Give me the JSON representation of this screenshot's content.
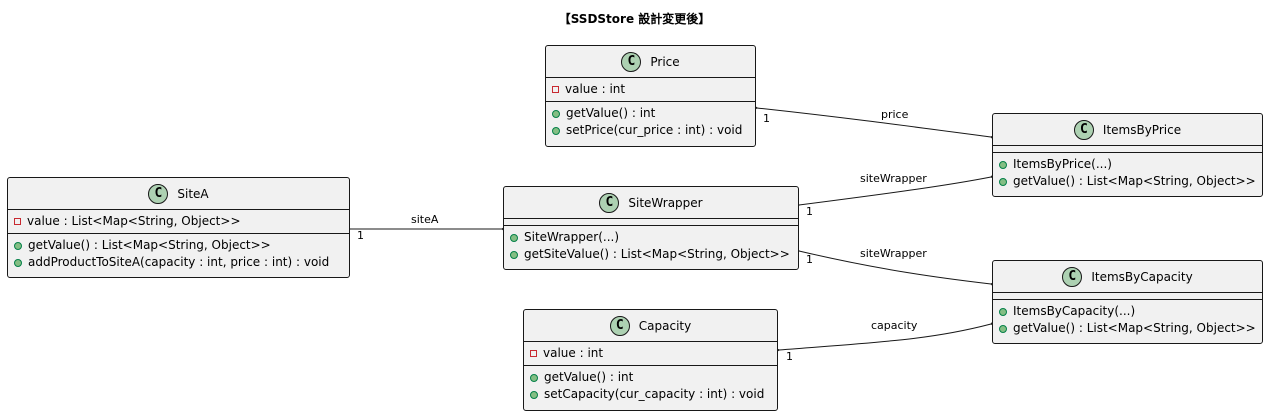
{
  "title": "【SSDStore 設計変更後】",
  "classes": {
    "price": {
      "name": "Price",
      "badge": "C",
      "fields": [
        "value : int"
      ],
      "methods": [
        "getValue() : int",
        "setPrice(cur_price : int) : void"
      ]
    },
    "itemsByPrice": {
      "name": "ItemsByPrice",
      "badge": "C",
      "methods": [
        "ItemsByPrice(...)",
        "getValue() : List<Map<String, Object>>"
      ]
    },
    "siteA": {
      "name": "SiteA",
      "badge": "C",
      "fields": [
        "value : List<Map<String, Object>>"
      ],
      "methods": [
        "getValue() : List<Map<String, Object>>",
        "addProductToSiteA(capacity : int, price : int) : void"
      ]
    },
    "siteWrapper": {
      "name": "SiteWrapper",
      "badge": "C",
      "methods": [
        "SiteWrapper(...)",
        "getSiteValue() : List<Map<String, Object>>"
      ]
    },
    "itemsByCapacity": {
      "name": "ItemsByCapacity",
      "badge": "C",
      "methods": [
        "ItemsByCapacity(...)",
        "getValue() : List<Map<String, Object>>"
      ]
    },
    "capacity": {
      "name": "Capacity",
      "badge": "C",
      "fields": [
        "value : int"
      ],
      "methods": [
        "getValue() : int",
        "setCapacity(cur_capacity : int) : void"
      ]
    }
  },
  "associations": [
    {
      "label": "price",
      "multiplicity": "1"
    },
    {
      "label": "siteWrapper",
      "multiplicity": "1"
    },
    {
      "label": "siteA",
      "multiplicity": "1"
    },
    {
      "label": "siteWrapper",
      "multiplicity": "1"
    },
    {
      "label": "capacity",
      "multiplicity": "1"
    }
  ]
}
